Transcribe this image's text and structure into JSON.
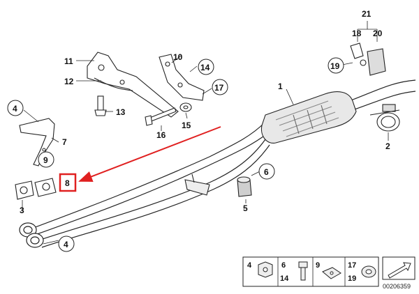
{
  "callouts": {
    "p1": "1",
    "p2": "2",
    "p3": "3",
    "p4a": "4",
    "p4b": "4",
    "p5": "5",
    "p6": "6",
    "p7": "7",
    "p8": "8",
    "p9": "9",
    "p10": "10",
    "p11": "11",
    "p12": "12",
    "p13": "13",
    "p14": "14",
    "p15": "15",
    "p16": "16",
    "p17": "17",
    "p18": "18",
    "p19": "19",
    "p20": "20",
    "p21": "21"
  },
  "legend": {
    "c4": "4",
    "c6": "6",
    "c14": "14",
    "c9": "9",
    "c17": "17",
    "c19": "19"
  },
  "part_number": "00206359",
  "highlight_color": "#e02020"
}
